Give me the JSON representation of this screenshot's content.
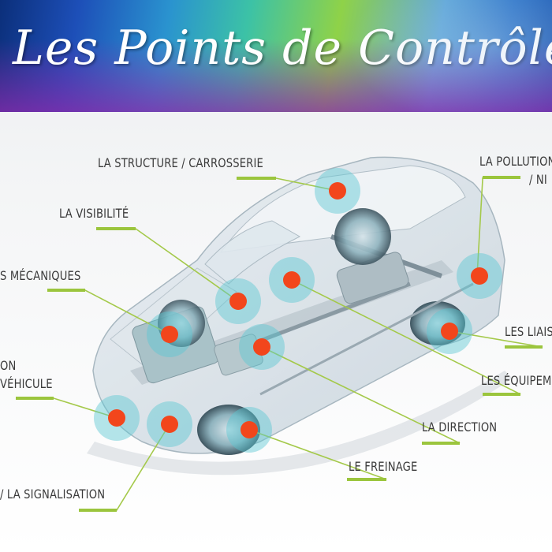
{
  "banner": {
    "title": "Les Points de Contrôle"
  },
  "labels": {
    "structure": "LA STRUCTURE / CARROSSERIE",
    "pollution_1": "LA POLLUTION",
    "pollution_2": "/ NI",
    "visibilite": "LA VISIBILITÉ",
    "mecaniques": "S MÉCANIQUES",
    "liaisons": "LES LIAIS",
    "identification_1": "ON",
    "identification_2": "VÉHICULE",
    "equipements": "LES ÉQUIPEM",
    "direction": "LA DIRECTION",
    "freinage": "LE FREINAGE",
    "signalisation": "/ LA SIGNALISATION"
  },
  "colors": {
    "accent_green": "#9bc53d",
    "marker_red": "#f2461c",
    "marker_halo": "#5cc8d2",
    "leader_line": "#a4c94a"
  }
}
